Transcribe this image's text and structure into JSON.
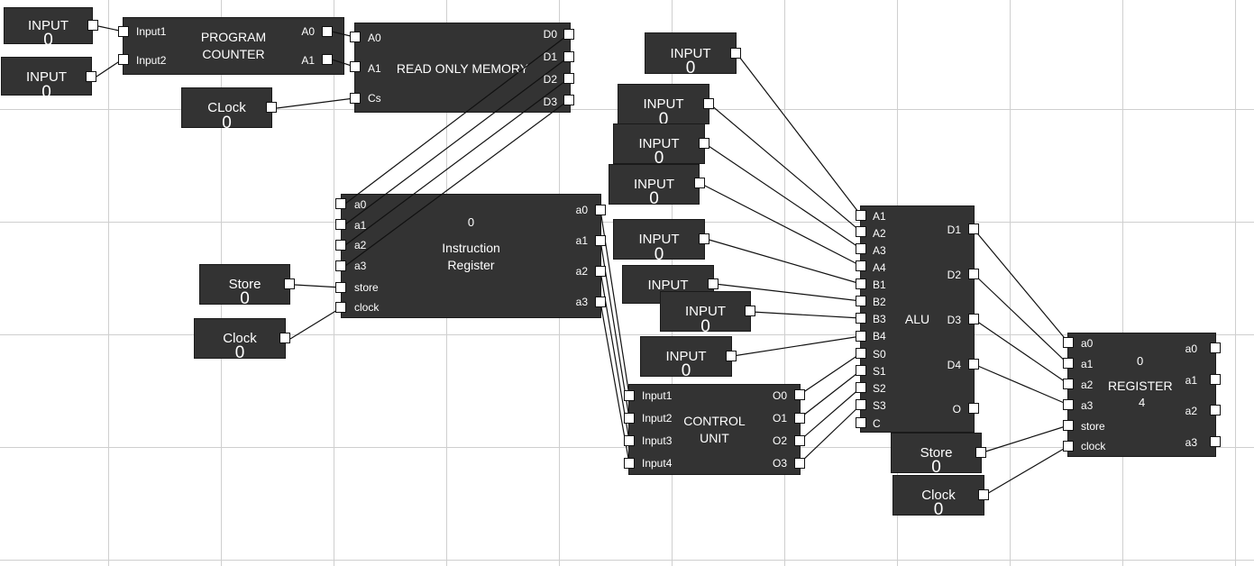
{
  "input_blocks": [
    {
      "id": "in1",
      "label": "INPUT",
      "value": "0"
    },
    {
      "id": "in2",
      "label": "INPUT",
      "value": "0"
    },
    {
      "id": "clk_rom",
      "label": "CLock",
      "value": "0"
    },
    {
      "id": "store_ir",
      "label": "Store",
      "value": "0"
    },
    {
      "id": "clk_ir",
      "label": "Clock",
      "value": "0"
    },
    {
      "id": "alu_in1",
      "label": "INPUT",
      "value": "0"
    },
    {
      "id": "alu_in2",
      "label": "INPUT",
      "value": "0"
    },
    {
      "id": "alu_in3",
      "label": "INPUT",
      "value": "0"
    },
    {
      "id": "alu_in4",
      "label": "INPUT",
      "value": "0"
    },
    {
      "id": "alu_in5",
      "label": "INPUT",
      "value": "0"
    },
    {
      "id": "alu_in6",
      "label": "INPUT",
      "value": "0"
    },
    {
      "id": "alu_in7",
      "label": "INPUT",
      "value": "0"
    },
    {
      "id": "alu_in8",
      "label": "INPUT",
      "value": "0"
    },
    {
      "id": "store_reg",
      "label": "Store",
      "value": "0"
    },
    {
      "id": "clk_reg",
      "label": "Clock",
      "value": "0"
    }
  ],
  "components": {
    "program_counter": {
      "title_line1": "PROGRAM",
      "title_line2": "COUNTER",
      "inputs": [
        "Input1",
        "Input2"
      ],
      "outputs": [
        "A0",
        "A1"
      ]
    },
    "rom": {
      "title": "READ ONLY MEMORY",
      "inputs": [
        "A0",
        "A1",
        "Cs"
      ],
      "outputs": [
        "D0",
        "D1",
        "D2",
        "D3"
      ]
    },
    "instruction_register": {
      "value": "0",
      "title_line1": "Instruction",
      "title_line2": "Register",
      "inputs": [
        "a0",
        "a1",
        "a2",
        "a3",
        "store",
        "clock"
      ],
      "outputs": [
        "a0",
        "a1",
        "a2",
        "a3"
      ]
    },
    "control_unit": {
      "title_line1": "CONTROL",
      "title_line2": "UNIT",
      "inputs": [
        "Input1",
        "Input2",
        "Input3",
        "Input4"
      ],
      "outputs": [
        "O0",
        "O1",
        "O2",
        "O3"
      ]
    },
    "alu": {
      "title": "ALU",
      "inputs": [
        "A1",
        "A2",
        "A3",
        "A4",
        "B1",
        "B2",
        "B3",
        "B4",
        "S0",
        "S1",
        "S2",
        "S3",
        "C"
      ],
      "outputs": [
        "D1",
        "D2",
        "D3",
        "D4",
        "O"
      ]
    },
    "register": {
      "value": "0",
      "title": "REGISTER",
      "subvalue": "4",
      "inputs": [
        "a0",
        "a1",
        "a2",
        "a3",
        "store",
        "clock"
      ],
      "outputs": [
        "a0",
        "a1",
        "a2",
        "a3"
      ]
    }
  }
}
